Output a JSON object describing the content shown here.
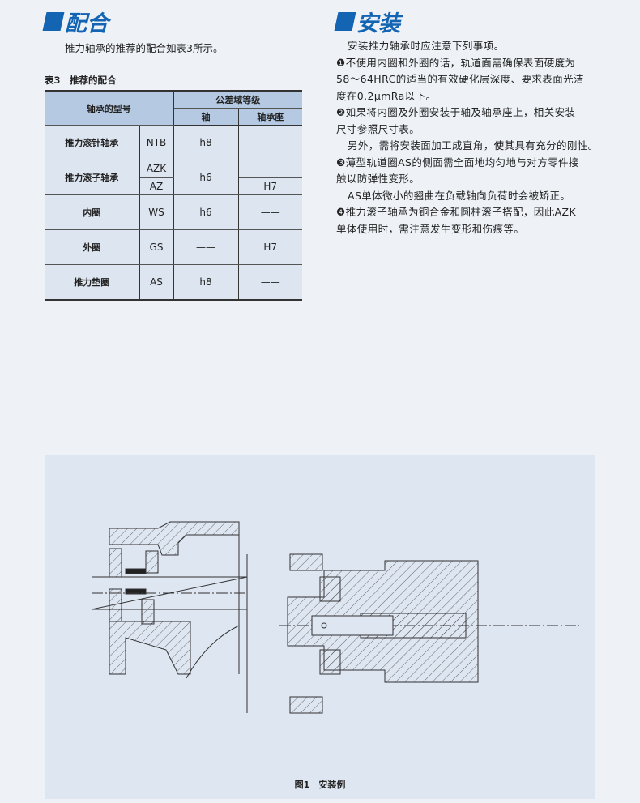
{
  "left": {
    "heading": "配合",
    "intro": "推力轴承的推荐的配合如表3所示。",
    "table_title": "表3　推荐的配合",
    "table": {
      "h_type": "轴承的型号",
      "h_tol": "公差域等级",
      "h_shaft": "轴",
      "h_housing": "轴承座",
      "dash": "——",
      "rows": [
        {
          "name": "推力滚针轴承",
          "code": "NTB",
          "shaft": "h8",
          "housing": "——"
        },
        {
          "name": "推力滚子轴承",
          "code": "AZK",
          "shaft": "h6",
          "housing": "——"
        },
        {
          "code": "AZ",
          "housing": "H7"
        },
        {
          "name": "内圈",
          "code": "WS",
          "shaft": "h6",
          "housing": "——"
        },
        {
          "name": "外圈",
          "code": "GS",
          "shaft": "——",
          "housing": "H7"
        },
        {
          "name": "推力垫圈",
          "code": "AS",
          "shaft": "h8",
          "housing": "——"
        }
      ]
    }
  },
  "right": {
    "heading": "安装",
    "lines": [
      "安装推力轴承时应注意下列事项。",
      "❶不使用内圈和外圈的话，轨道面需确保表面硬度为",
      "58～64HRC的适当的有效硬化层深度、要求表面光洁",
      "度在0.2μmRa以下。",
      "❷如果将内圈及外圈安装于轴及轴承座上，相关安装",
      "尺寸参照尺寸表。",
      "另外，需将安装面加工成直角，使其具有充分的刚性。",
      "❸薄型轨道圈AS的侧面需全面地均匀地与对方零件接",
      "触以防弹性变形。",
      "AS单体微小的翘曲在负载轴向负荷时会被矫正。",
      "❹推力滚子轴承为铜合金和圆柱滚子搭配，因此AZK",
      "单体使用时，需注意发生变形和伤痕等。"
    ]
  },
  "figure": {
    "caption": "图1　安装例"
  },
  "colors": {
    "accent": "#1464b4",
    "table_header": "#b5c9e2",
    "figure_bg": "#dee6f1"
  }
}
